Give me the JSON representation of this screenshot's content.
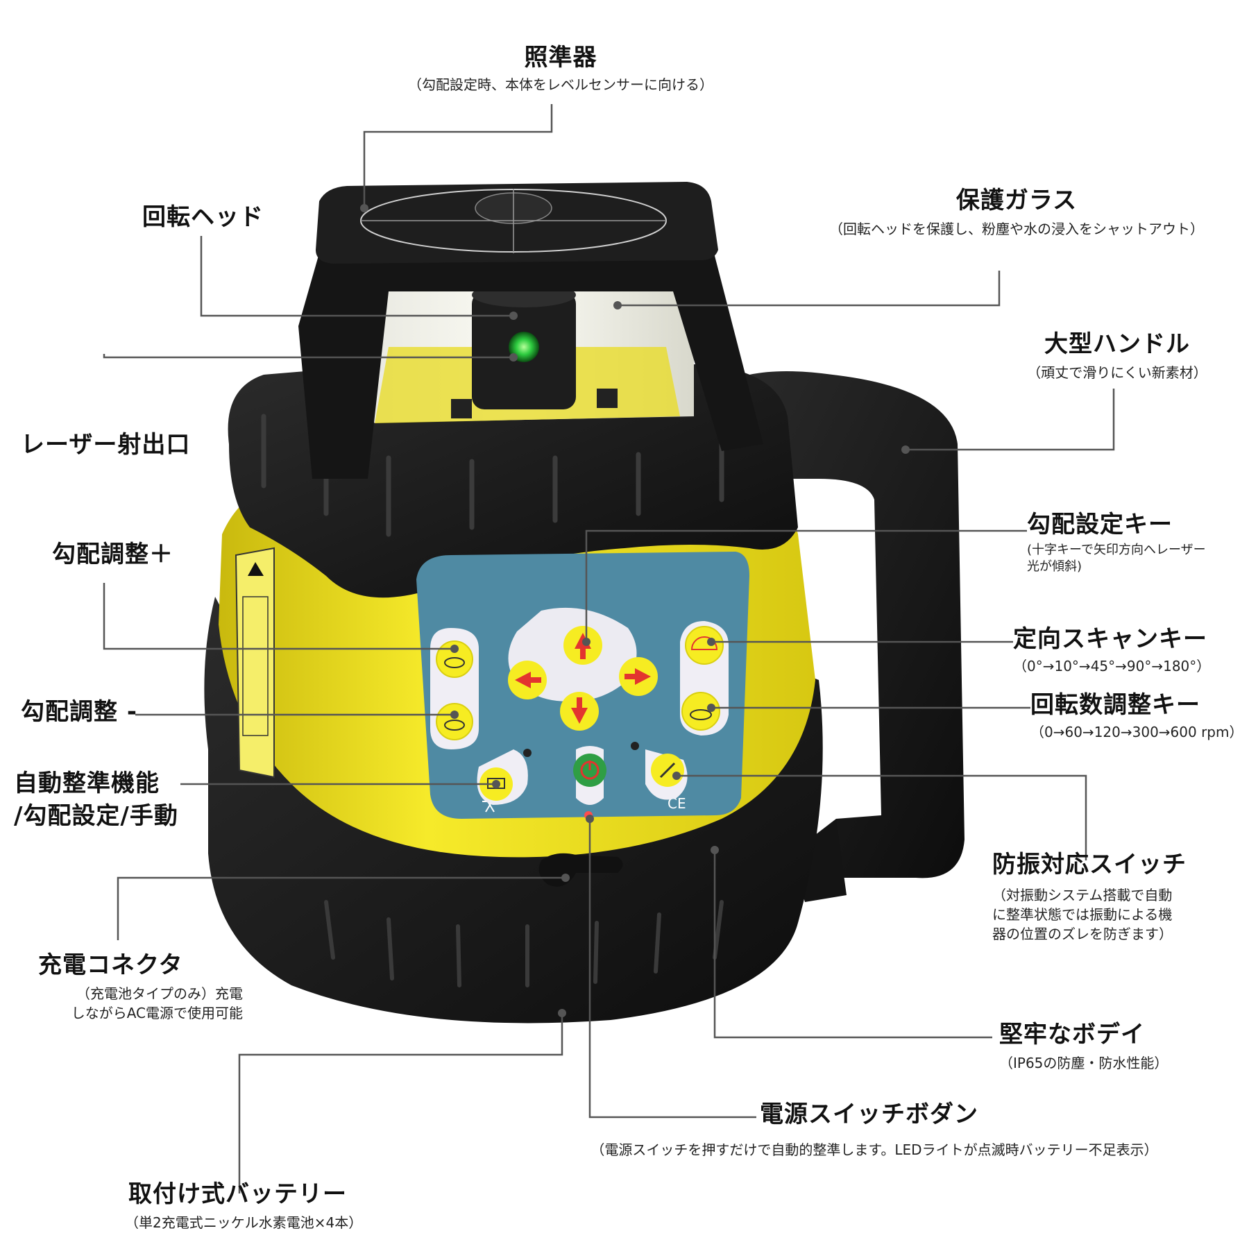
{
  "labels": {
    "sight": {
      "title": "照準器",
      "sub": "（勾配設定時、本体をレベルセンサーに向ける）"
    },
    "rotating_head": {
      "title": "回転ヘッド"
    },
    "protective_glass": {
      "title": "保護ガラス",
      "sub": "（回転ヘッドを保護し、粉塵や水の浸入をシャットアウト）"
    },
    "handle": {
      "title": "大型ハンドル",
      "sub": "（頑丈で滑りにくい新素材）"
    },
    "laser_outlet": {
      "title": "レーザー射出口"
    },
    "grade_key": {
      "title": "勾配設定キー",
      "sub1": "(十字キーで矢印方向へレーザー",
      "sub2": "光が傾斜)"
    },
    "grade_plus": {
      "title": "勾配調整＋"
    },
    "scan_key": {
      "title": "定向スキャンキー",
      "sub": "（0°→10°→45°→90°→180°）"
    },
    "speed_key": {
      "title": "回転数調整キー",
      "sub": "（0→60→120→300→600 rpm）"
    },
    "grade_minus": {
      "title": "勾配調整 -"
    },
    "auto_level": {
      "line1": "自動整準機能",
      "line2": "/勾配設定/手動"
    },
    "vibration_switch": {
      "title": "防振対応スイッチ",
      "sub1": "（対振動システム搭載で自動",
      "sub2": "に整準状態では振動による機",
      "sub3": "器の位置のズレを防ぎます）"
    },
    "charge_connector": {
      "title": "充電コネクタ",
      "sub1": "（充電池タイプのみ）充電",
      "sub2": "しながらAC電源で使用可能"
    },
    "body": {
      "title": "堅牢なボデイ",
      "sub": "（IP65の防塵・防水性能）"
    },
    "power_button": {
      "title": "電源スイッチボダン",
      "sub": "（電源スイッチを押すだけで自動的整準します。LEDライトが点滅時バッテリー不足表示）"
    },
    "battery": {
      "title": "取付け式バッテリー",
      "sub": "（単2充電式ニッケル水素電池×4本）"
    }
  },
  "device": {
    "panel_mark": "CE",
    "colors": {
      "body": "#f2e51c",
      "rubber": "#1a1a1a",
      "panel": "#4f8aa3",
      "arrow": "#e3342f",
      "power": "#2f9e44",
      "leader": "#555555"
    }
  }
}
